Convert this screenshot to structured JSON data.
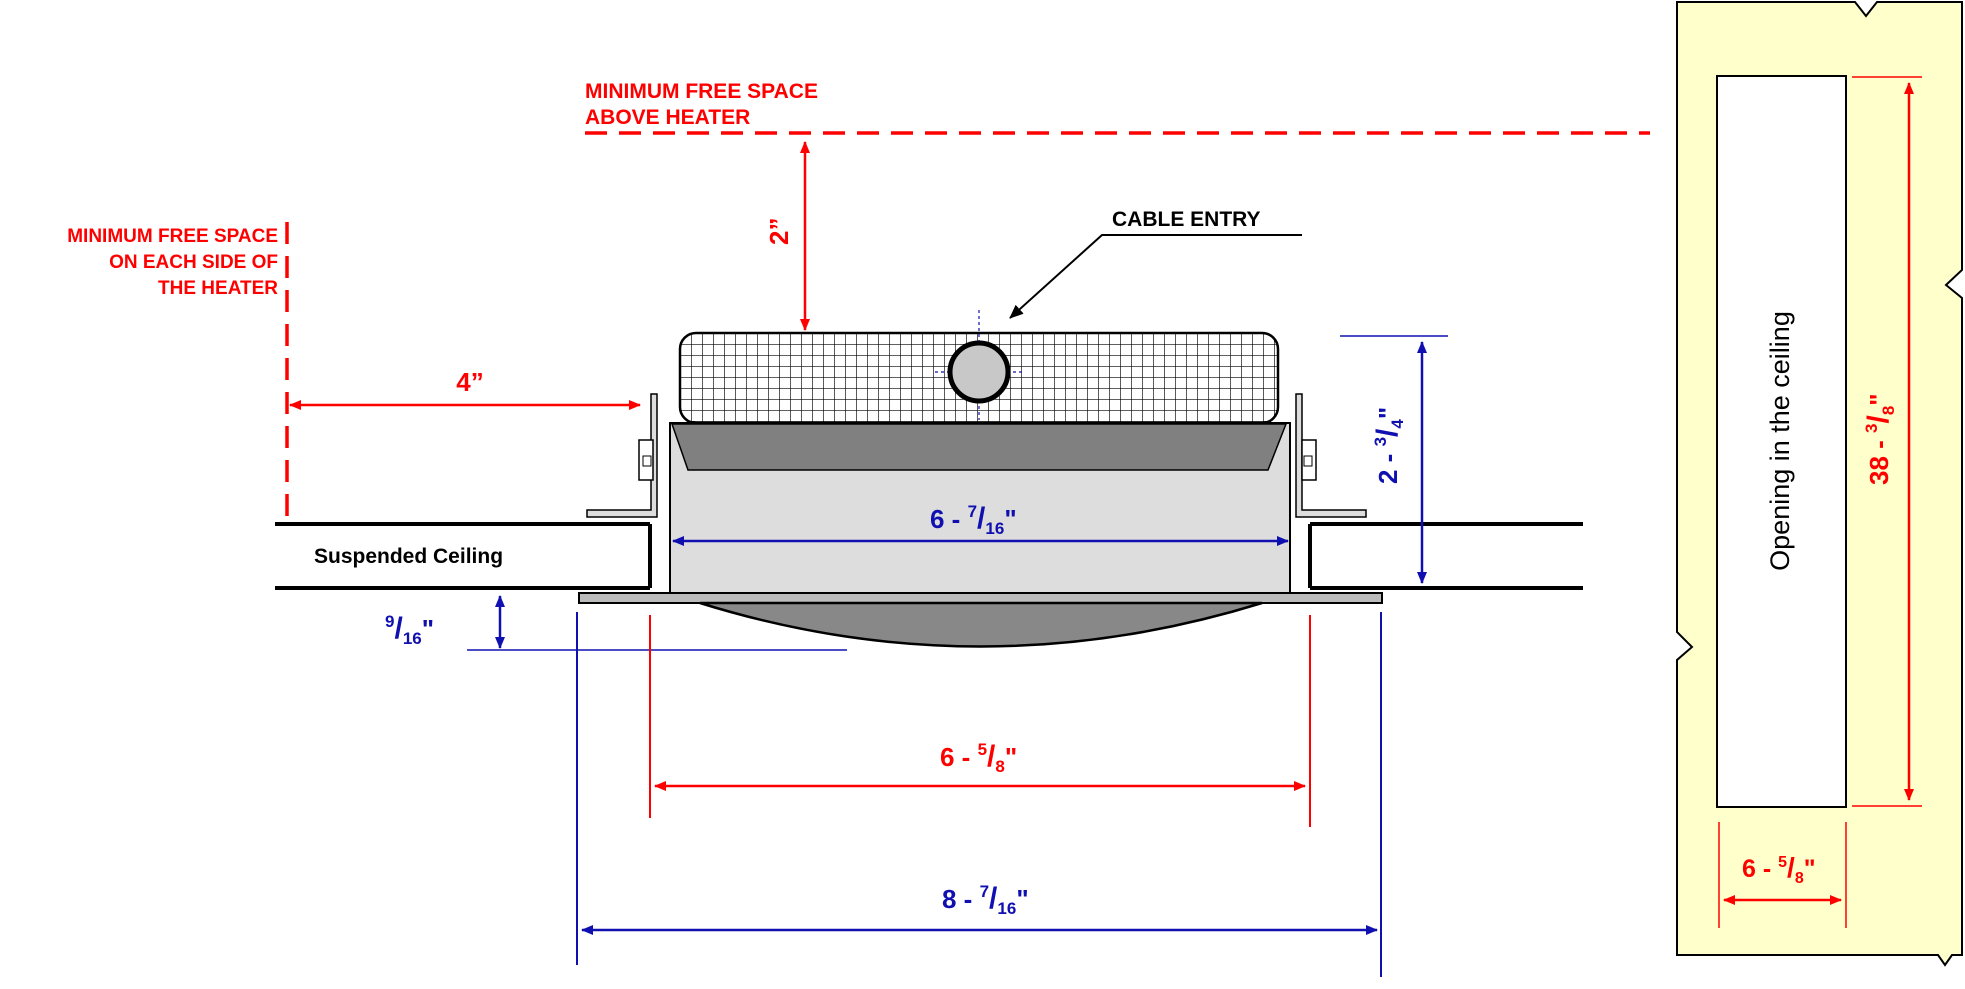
{
  "labels": {
    "free_space_above": [
      "MINIMUM  FREE SPACE",
      "ABOVE HEATER"
    ],
    "free_space_side": [
      "MINIMUM FREE SPACE",
      "ON EACH SIDE OF",
      "THE HEATER"
    ],
    "cable_entry": "CABLE ENTRY",
    "suspended_ceiling": "Suspended Ceiling",
    "opening": "Opening in the ceiling"
  },
  "dimensions": {
    "above": "2”",
    "side": "4”",
    "height": {
      "whole": "2 - ",
      "num": "3",
      "den": "4",
      "unit": "\""
    },
    "body_width": {
      "whole": "6 - ",
      "num": "7",
      "den": "16",
      "unit": "\""
    },
    "drop": {
      "whole": "",
      "num": "9",
      "den": "16",
      "unit": "\""
    },
    "cutout_width": {
      "whole": "6 - ",
      "num": "5",
      "den": "8",
      "unit": "\""
    },
    "flange_width": {
      "whole": "8 - ",
      "num": "7",
      "den": "16",
      "unit": "\""
    },
    "opening_length": {
      "whole": "38 - ",
      "num": "3",
      "den": "8",
      "unit": "\""
    },
    "opening_width": {
      "whole": "6 - ",
      "num": "5",
      "den": "8",
      "unit": "\""
    }
  },
  "colors": {
    "red": "#ff0000",
    "blue": "#1010b0",
    "panel": "#ffffcc"
  }
}
